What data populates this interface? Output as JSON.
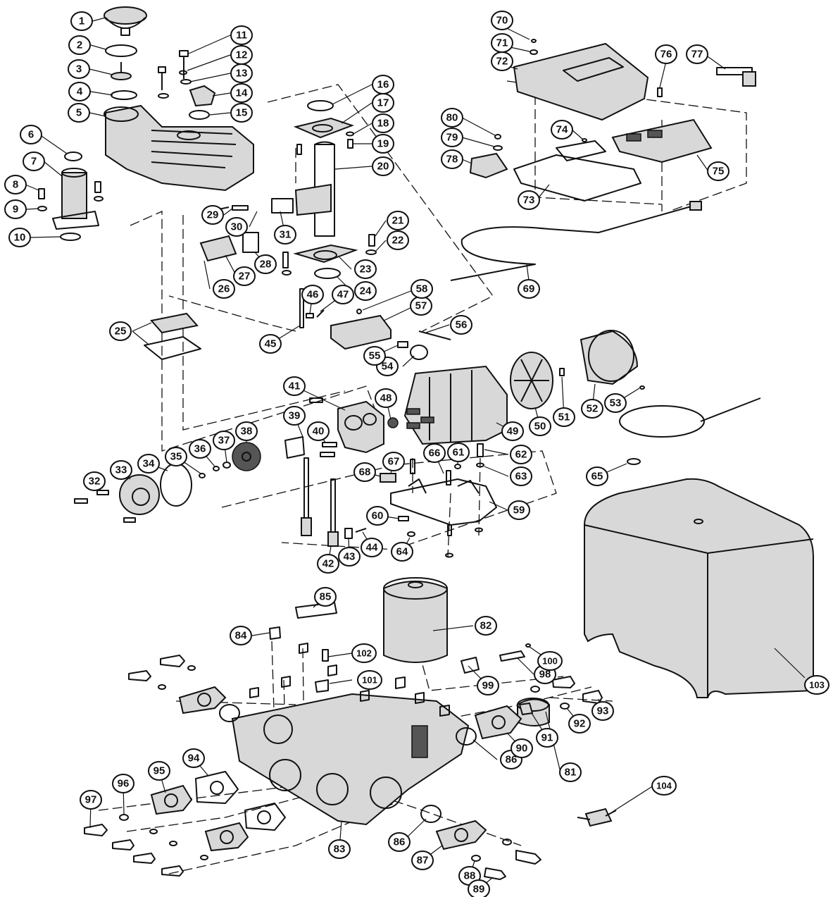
{
  "diagram": {
    "callouts": [
      "1",
      "2",
      "3",
      "4",
      "5",
      "6",
      "7",
      "8",
      "9",
      "10",
      "11",
      "12",
      "13",
      "14",
      "15",
      "16",
      "17",
      "18",
      "19",
      "20",
      "21",
      "22",
      "23",
      "24",
      "25",
      "26",
      "27",
      "28",
      "29",
      "30",
      "31",
      "32",
      "33",
      "34",
      "35",
      "36",
      "37",
      "38",
      "39",
      "40",
      "41",
      "42",
      "43",
      "44",
      "45",
      "46",
      "47",
      "48",
      "49",
      "50",
      "51",
      "52",
      "53",
      "54",
      "55",
      "56",
      "57",
      "58",
      "59",
      "60",
      "61",
      "62",
      "63",
      "64",
      "65",
      "66",
      "67",
      "68",
      "69",
      "70",
      "71",
      "72",
      "73",
      "74",
      "75",
      "76",
      "77",
      "78",
      "79",
      "80",
      "81",
      "82",
      "83",
      "84",
      "85",
      "86",
      "86",
      "87",
      "88",
      "89",
      "90",
      "91",
      "92",
      "93",
      "94",
      "95",
      "96",
      "97",
      "98",
      "99",
      "100",
      "101",
      "102",
      "103",
      "104"
    ]
  }
}
